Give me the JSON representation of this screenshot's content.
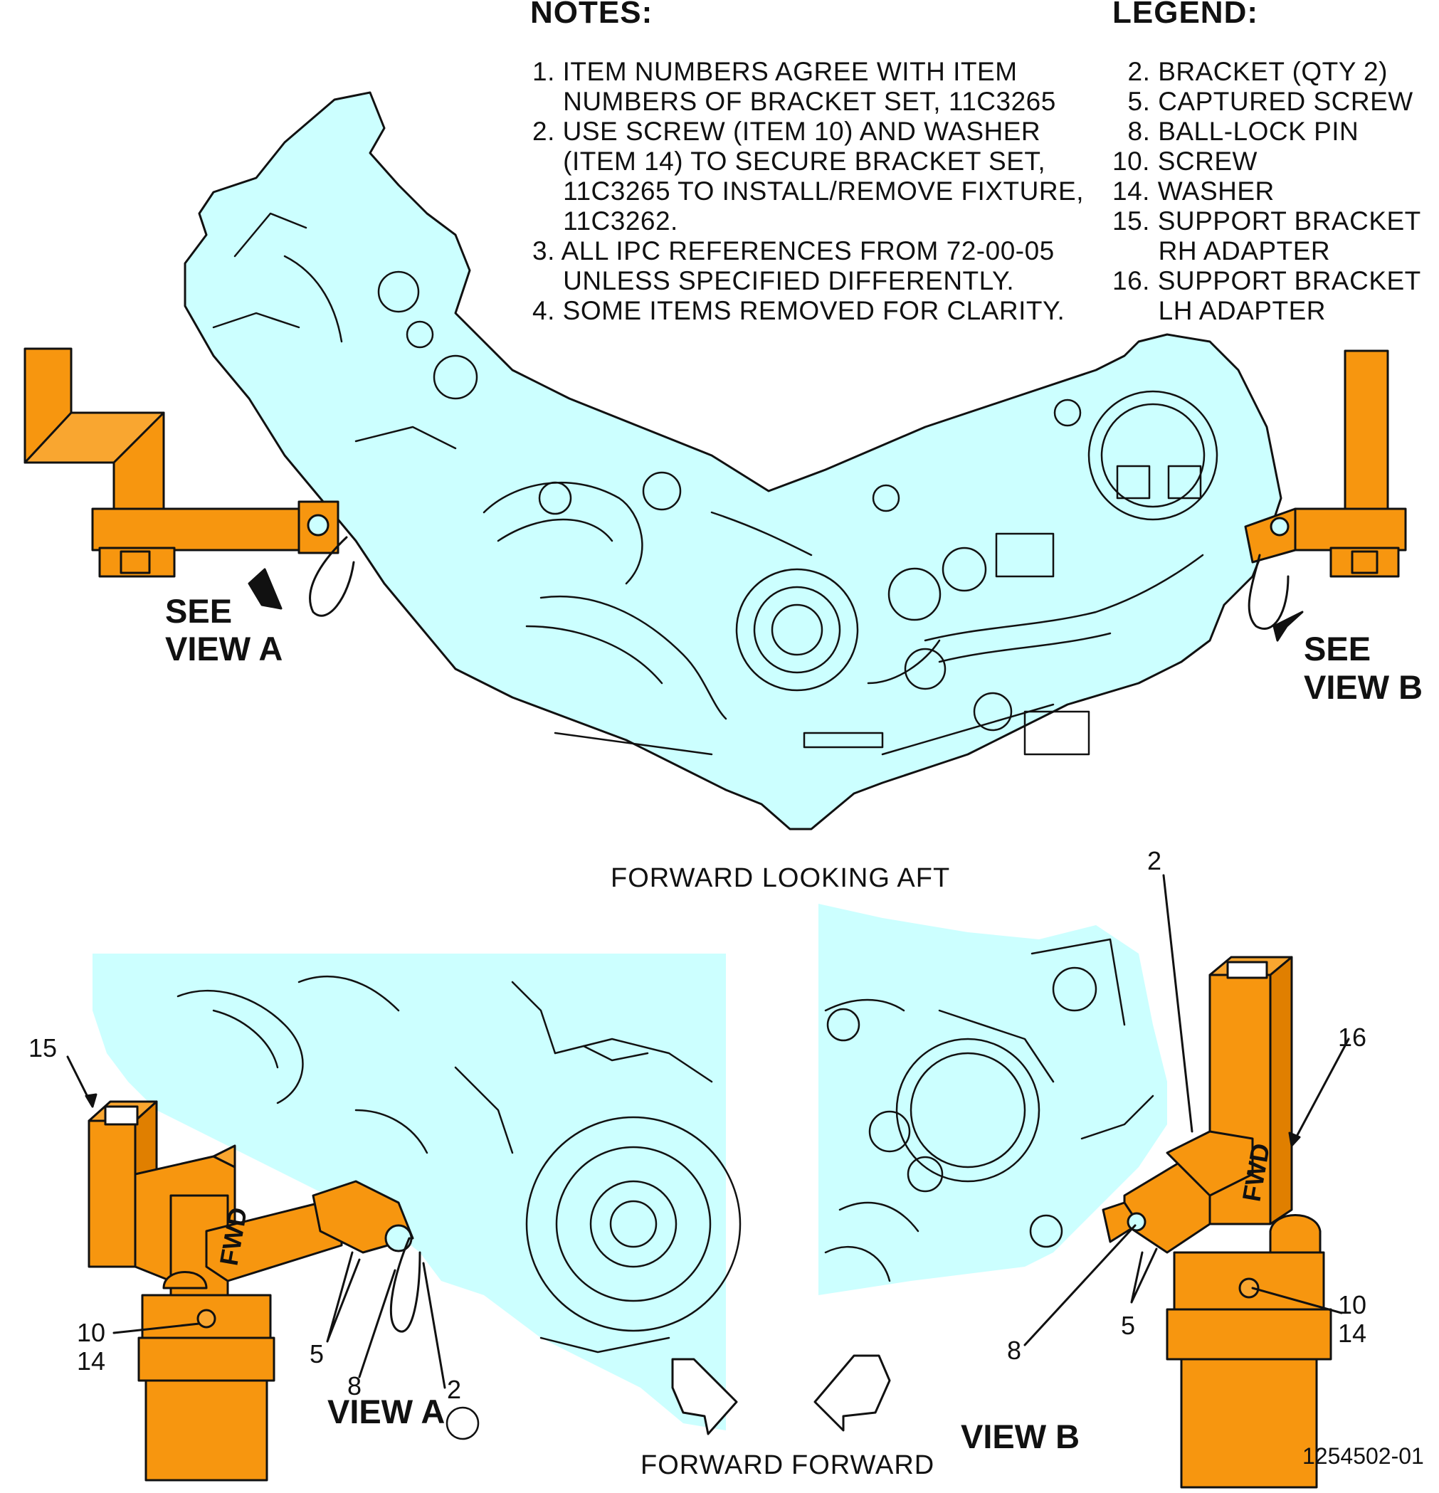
{
  "notes": {
    "heading": "NOTES:",
    "lines": [
      "1. ITEM NUMBERS AGREE WITH ITEM",
      "    NUMBERS OF BRACKET SET, 11C3265",
      "2. USE SCREW (ITEM 10) AND WASHER",
      "    (ITEM 14) TO SECURE BRACKET SET,",
      "    11C3265 TO INSTALL/REMOVE FIXTURE,",
      "    11C3262.",
      "3. ALL IPC REFERENCES FROM 72-00-05",
      "    UNLESS SPECIFIED DIFFERENTLY.",
      "4. SOME ITEMS REMOVED FOR CLARITY."
    ]
  },
  "legend": {
    "heading": "LEGEND:",
    "lines": [
      "  2. BRACKET (QTY 2)",
      "  5. CAPTURED SCREW",
      "  8. BALL-LOCK PIN",
      "10. SCREW",
      "14. WASHER",
      "15. SUPPORT BRACKET",
      "      RH ADAPTER",
      "16. SUPPORT BRACKET",
      "      LH ADAPTER"
    ]
  },
  "callouts": {
    "see_view_a_1": "SEE",
    "see_view_a_2": "VIEW A",
    "see_view_b_1": "SEE",
    "see_view_b_2": "VIEW B",
    "main_view_caption": "FORWARD LOOKING AFT",
    "view_a_title": "VIEW A",
    "view_b_title": "VIEW B",
    "forward_left": "FORWARD",
    "forward_right": "FORWARD",
    "fwd_mark": "FWD",
    "drawing_number": "1254502-01"
  },
  "item_labels": {
    "a_15": "15",
    "a_10": "10",
    "a_14": "14",
    "a_5": "5",
    "a_8": "8",
    "a_2": "2",
    "b_2": "2",
    "b_16": "16",
    "b_10": "10",
    "b_14": "14",
    "b_5": "5",
    "b_8": "8"
  },
  "colors": {
    "engine_fill": "#ccffff",
    "fixture_fill": "#f7960f",
    "outline": "#111111"
  }
}
